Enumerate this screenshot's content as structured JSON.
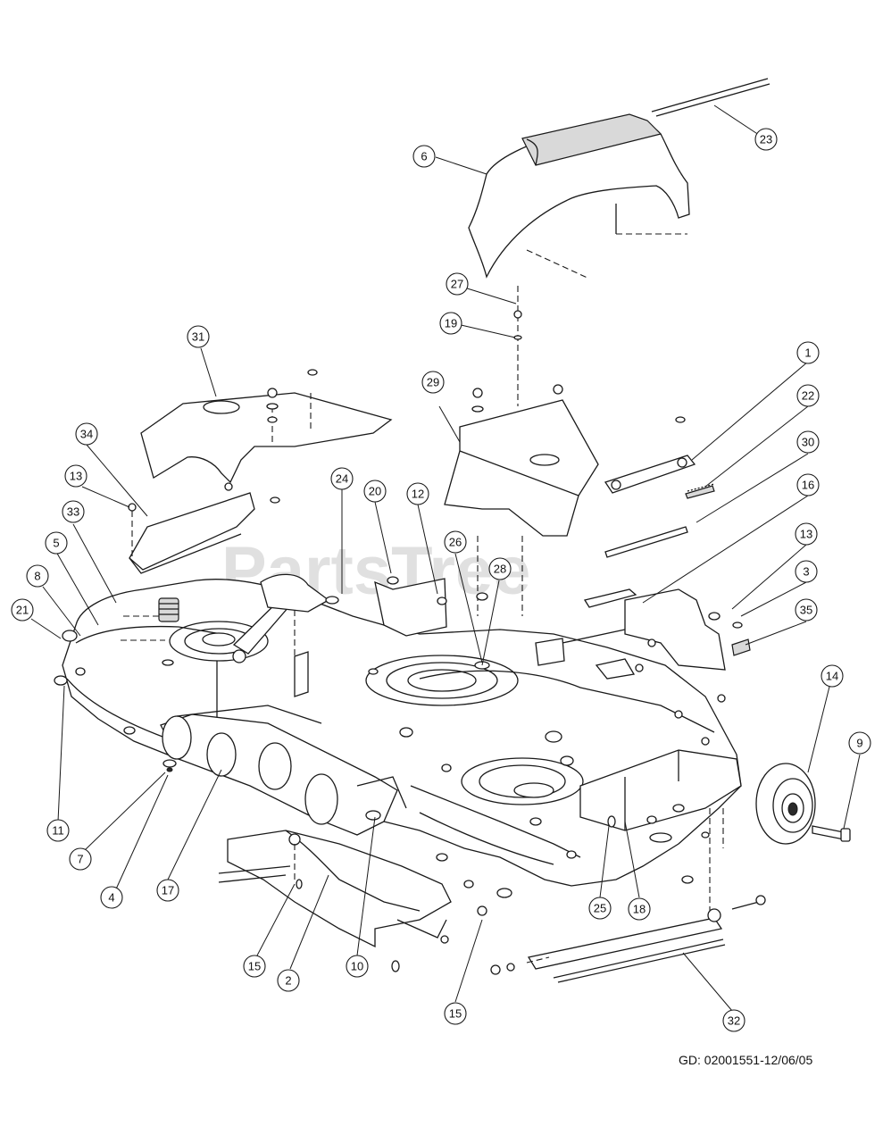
{
  "watermark": "PartsTree",
  "document_id": "GD: 02001551-12/06/05",
  "callout_numbers": [
    "1",
    "2",
    "3",
    "4",
    "5",
    "6",
    "7",
    "8",
    "9",
    "10",
    "11",
    "12",
    "13",
    "13",
    "14",
    "15",
    "15",
    "16",
    "17",
    "18",
    "19",
    "20",
    "21",
    "22",
    "23",
    "24",
    "25",
    "26",
    "27",
    "28",
    "29",
    "30",
    "31",
    "32",
    "33",
    "34",
    "35"
  ]
}
